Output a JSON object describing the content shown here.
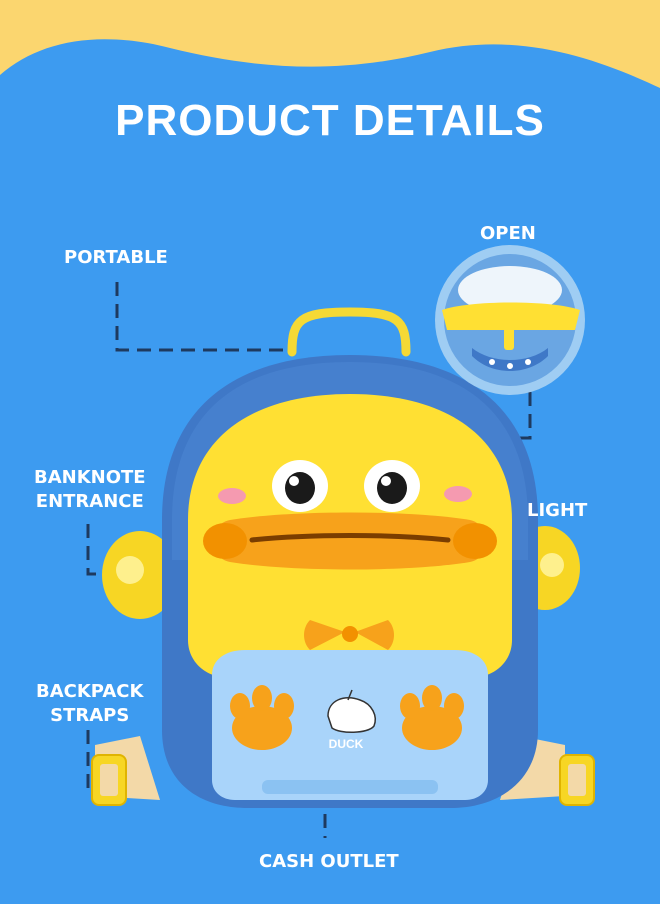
{
  "header": {
    "title": "PRODUCT DETAILS"
  },
  "callouts": {
    "portable": "PORTABLE",
    "open": "OPEN",
    "banknote_line1": "BANKNOTE",
    "banknote_line2": "ENTRANCE",
    "light": "LIGHT",
    "straps_line1": "BACKPACK",
    "straps_line2": "STRAPS",
    "cash_outlet": "CASH OUTLET"
  },
  "product": {
    "badge_text": "DUCK"
  },
  "colors": {
    "background": "#3d9bf0",
    "wave": "#fbd66f",
    "body_blue": "#3f78c7",
    "face_yellow": "#ffe033",
    "beak_orange": "#f7a21b"
  }
}
